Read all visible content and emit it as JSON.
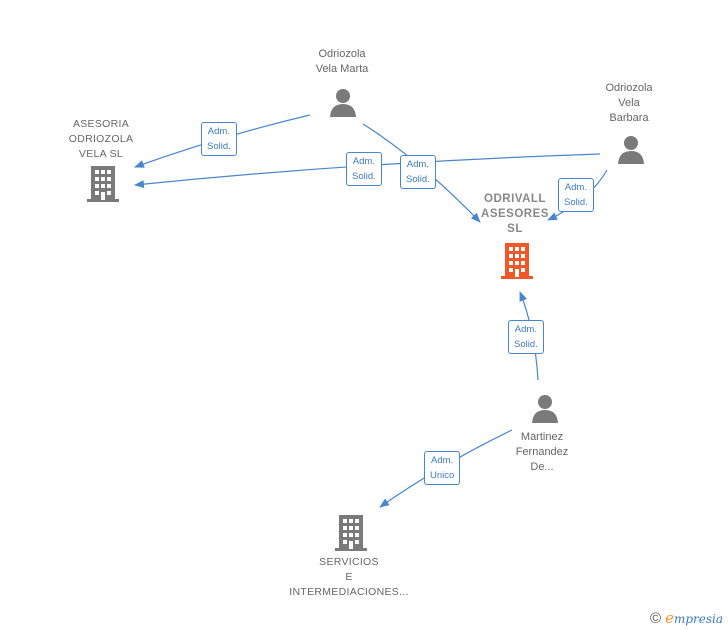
{
  "nodes": {
    "odriozola_marta": {
      "lines": [
        "Odriozola",
        "Vela Marta"
      ]
    },
    "odriozola_barbara": {
      "lines": [
        "Odriozola",
        "Vela",
        "Barbara"
      ]
    },
    "asesoria": {
      "lines": [
        "ASESORIA",
        "ODRIOZOLA",
        "VELA SL"
      ]
    },
    "odrivall": {
      "lines": [
        "ODRIVALL",
        "ASESORES",
        "SL"
      ]
    },
    "martinez": {
      "lines": [
        "Martinez",
        "Fernandez",
        "De..."
      ]
    },
    "servicios": {
      "lines": [
        "SERVICIOS",
        "E",
        "INTERMEDIACIONES..."
      ]
    }
  },
  "edges": [
    {
      "lines": [
        "Adm.",
        "Solid."
      ]
    },
    {
      "lines": [
        "Adm.",
        "Solid."
      ]
    },
    {
      "lines": [
        "Adm.",
        "Solid."
      ]
    },
    {
      "lines": [
        "Adm.",
        "Solid."
      ]
    },
    {
      "lines": [
        "Adm.",
        "Solid."
      ]
    },
    {
      "lines": [
        "Adm.",
        "Unico"
      ]
    }
  ],
  "colors": {
    "edge": "#4a86cc",
    "person_icon": "#7a7a7a",
    "company_icon": "#7a7a7a",
    "main_company_icon": "#f0582a"
  },
  "footer": {
    "copyright": "©",
    "brand_initial": "e",
    "brand_rest": "mpresia"
  }
}
